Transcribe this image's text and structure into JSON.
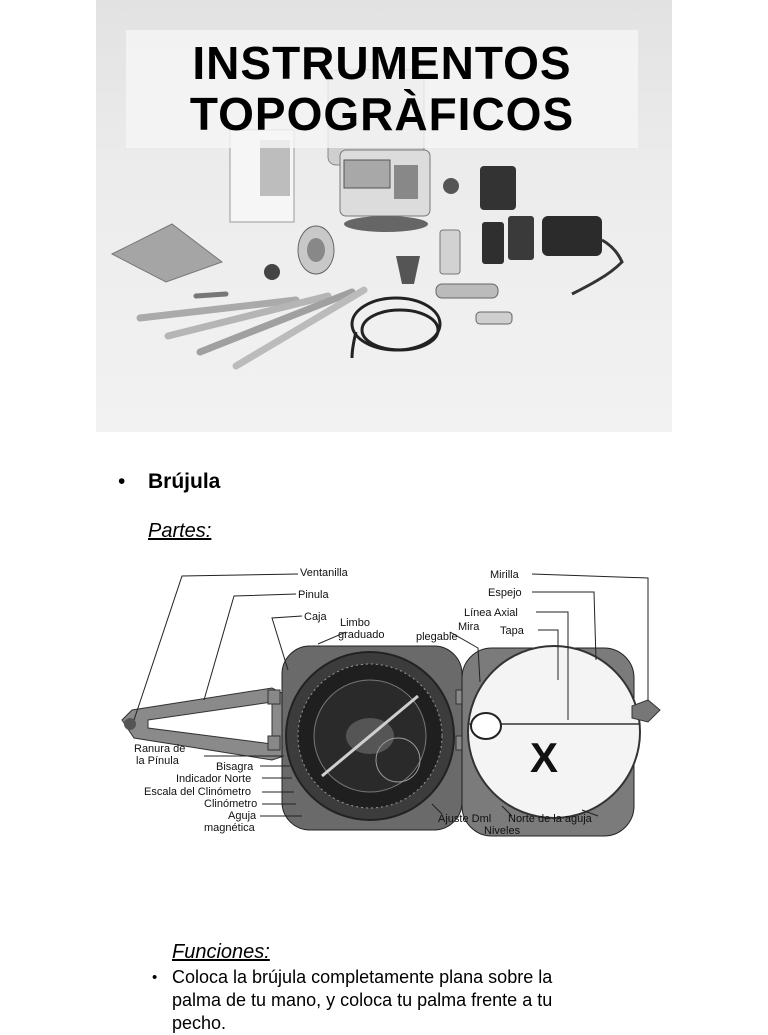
{
  "slide": {
    "title_line1": "INSTRUMENTOS",
    "title_line2": "TOPOGRÀFICOS"
  },
  "section": {
    "bullet": "•",
    "heading": "Brújula",
    "partes_label": "Partes:"
  },
  "diagram": {
    "labels": {
      "ventanilla": "Ventanilla",
      "pinula": "Pinula",
      "caja": "Caja",
      "limbo_1": "Limbo",
      "limbo_2": "graduado",
      "mira_1": "Mira",
      "mira_2": "plegable",
      "mirilla": "Mirilla",
      "espejo": "Espejo",
      "linea_axial": "Línea Axial",
      "tapa": "Tapa",
      "ranura_1": "Ranura de",
      "ranura_2": "la Pínula",
      "bisagra": "Bisagra",
      "indicador_norte": "Indicador Norte",
      "escala_clinometro": "Escala del Clinómetro",
      "clinometro": "Clinómetro",
      "aguja_1": "Aguja",
      "aguja_2": "magnética",
      "ajuste": "Ajuste Dml",
      "niveles": "Niveles",
      "norte_aguja": "Norte de la aguja"
    }
  },
  "funciones": {
    "label": "Funciones:",
    "bullet": "•",
    "item1": "Coloca la brújula completamente plana sobre la palma de tu mano, y coloca tu palma frente a tu pecho."
  }
}
